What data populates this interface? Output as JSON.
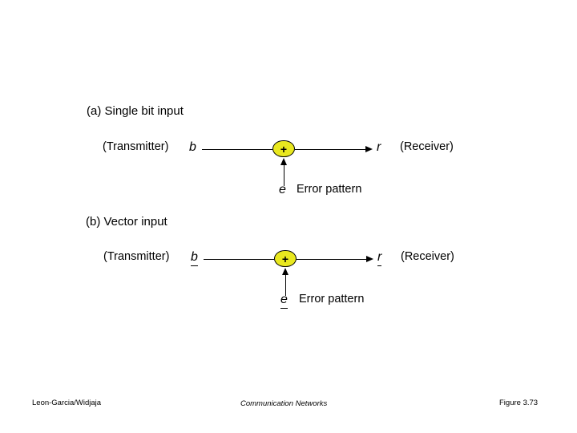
{
  "slide": {
    "section_a": {
      "heading": "(a)  Single bit input",
      "transmitter_label": "(Transmitter)",
      "input_symbol": "b",
      "adder_symbol": "+",
      "output_symbol": "r",
      "receiver_label": "(Receiver)",
      "error_symbol": "e",
      "error_label": "Error pattern"
    },
    "section_b": {
      "heading": "(b) Vector input",
      "transmitter_label": "(Transmitter)",
      "input_symbol": "b",
      "adder_symbol": "+",
      "output_symbol": "r",
      "receiver_label": "(Receiver)",
      "error_symbol": "e",
      "error_label": "Error pattern"
    },
    "footer": {
      "left": "Leon-Garcia/Widjaja",
      "center": "Communication Networks",
      "right": "Figure 3.73"
    },
    "colors": {
      "adder_fill": "#e9e81f",
      "line": "#000000",
      "background": "#ffffff"
    }
  }
}
